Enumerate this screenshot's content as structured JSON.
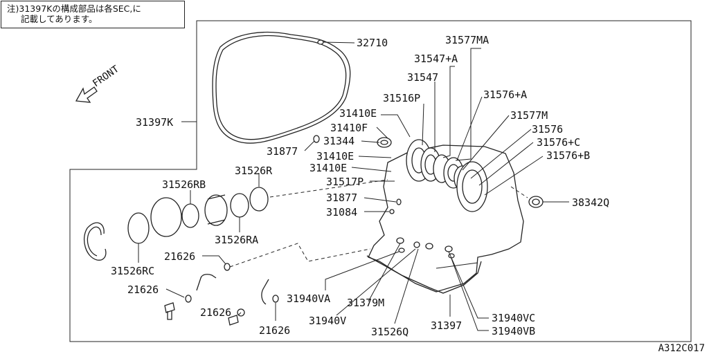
{
  "note": {
    "line1": "注)31397Kの構成部品は各SEC,に",
    "line2": "記載してあります。"
  },
  "front_label": "FRONT",
  "figure_code": "A312C017",
  "parts": {
    "p32710": "32710",
    "p31577MA": "31577MA",
    "p31547A": "31547+A",
    "p31547": "31547",
    "p31516P": "31516P",
    "p31576A": "31576+A",
    "p31410E_1": "31410E",
    "p31577M": "31577M",
    "p31410F": "31410F",
    "p31576": "31576",
    "p31344": "31344",
    "p31576C": "31576+C",
    "p31877_1": "31877",
    "p31410E_2": "31410E",
    "p31576B": "31576+B",
    "p31410E_3": "31410E",
    "p31397K": "31397K",
    "p31526R": "31526R",
    "p31517P": "31517P",
    "p31526RB": "31526RB",
    "p31877_2": "31877",
    "p38342Q": "38342Q",
    "p31084": "31084",
    "p31526RA": "31526RA",
    "p21626_1": "21626",
    "p31526RC": "31526RC",
    "p21626_2": "21626",
    "p31940VA": "31940VA",
    "p31379M": "31379M",
    "p21626_3": "21626",
    "p31940VC": "31940VC",
    "p31940V": "31940V",
    "p31397": "31397",
    "p21626_4": "21626",
    "p31526Q": "31526Q",
    "p31940VB": "31940VB"
  }
}
